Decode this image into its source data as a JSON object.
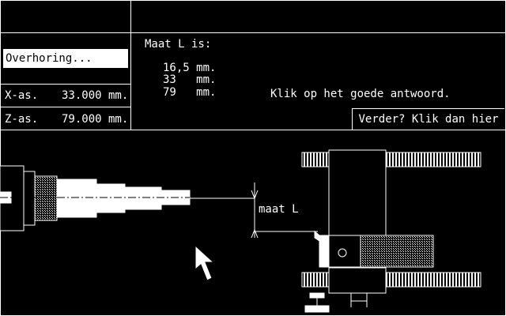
{
  "status": {
    "label": "Overhoring..."
  },
  "coords": {
    "x_label": "X-as.",
    "x_value": "33.000 mm.",
    "z_label": "Z-as.",
    "z_value": "79.000 mm."
  },
  "question": {
    "title": "Maat L is:",
    "answers": [
      "16,5 mm.",
      "33   mm.",
      "79   mm."
    ],
    "instruction": "Klik op het goede antwoord."
  },
  "next": {
    "label": "Verder? Klik dan hier"
  },
  "diagram": {
    "dimension_label": "maat L"
  },
  "colors": {
    "foreground": "#ffffff",
    "background": "#000000"
  }
}
